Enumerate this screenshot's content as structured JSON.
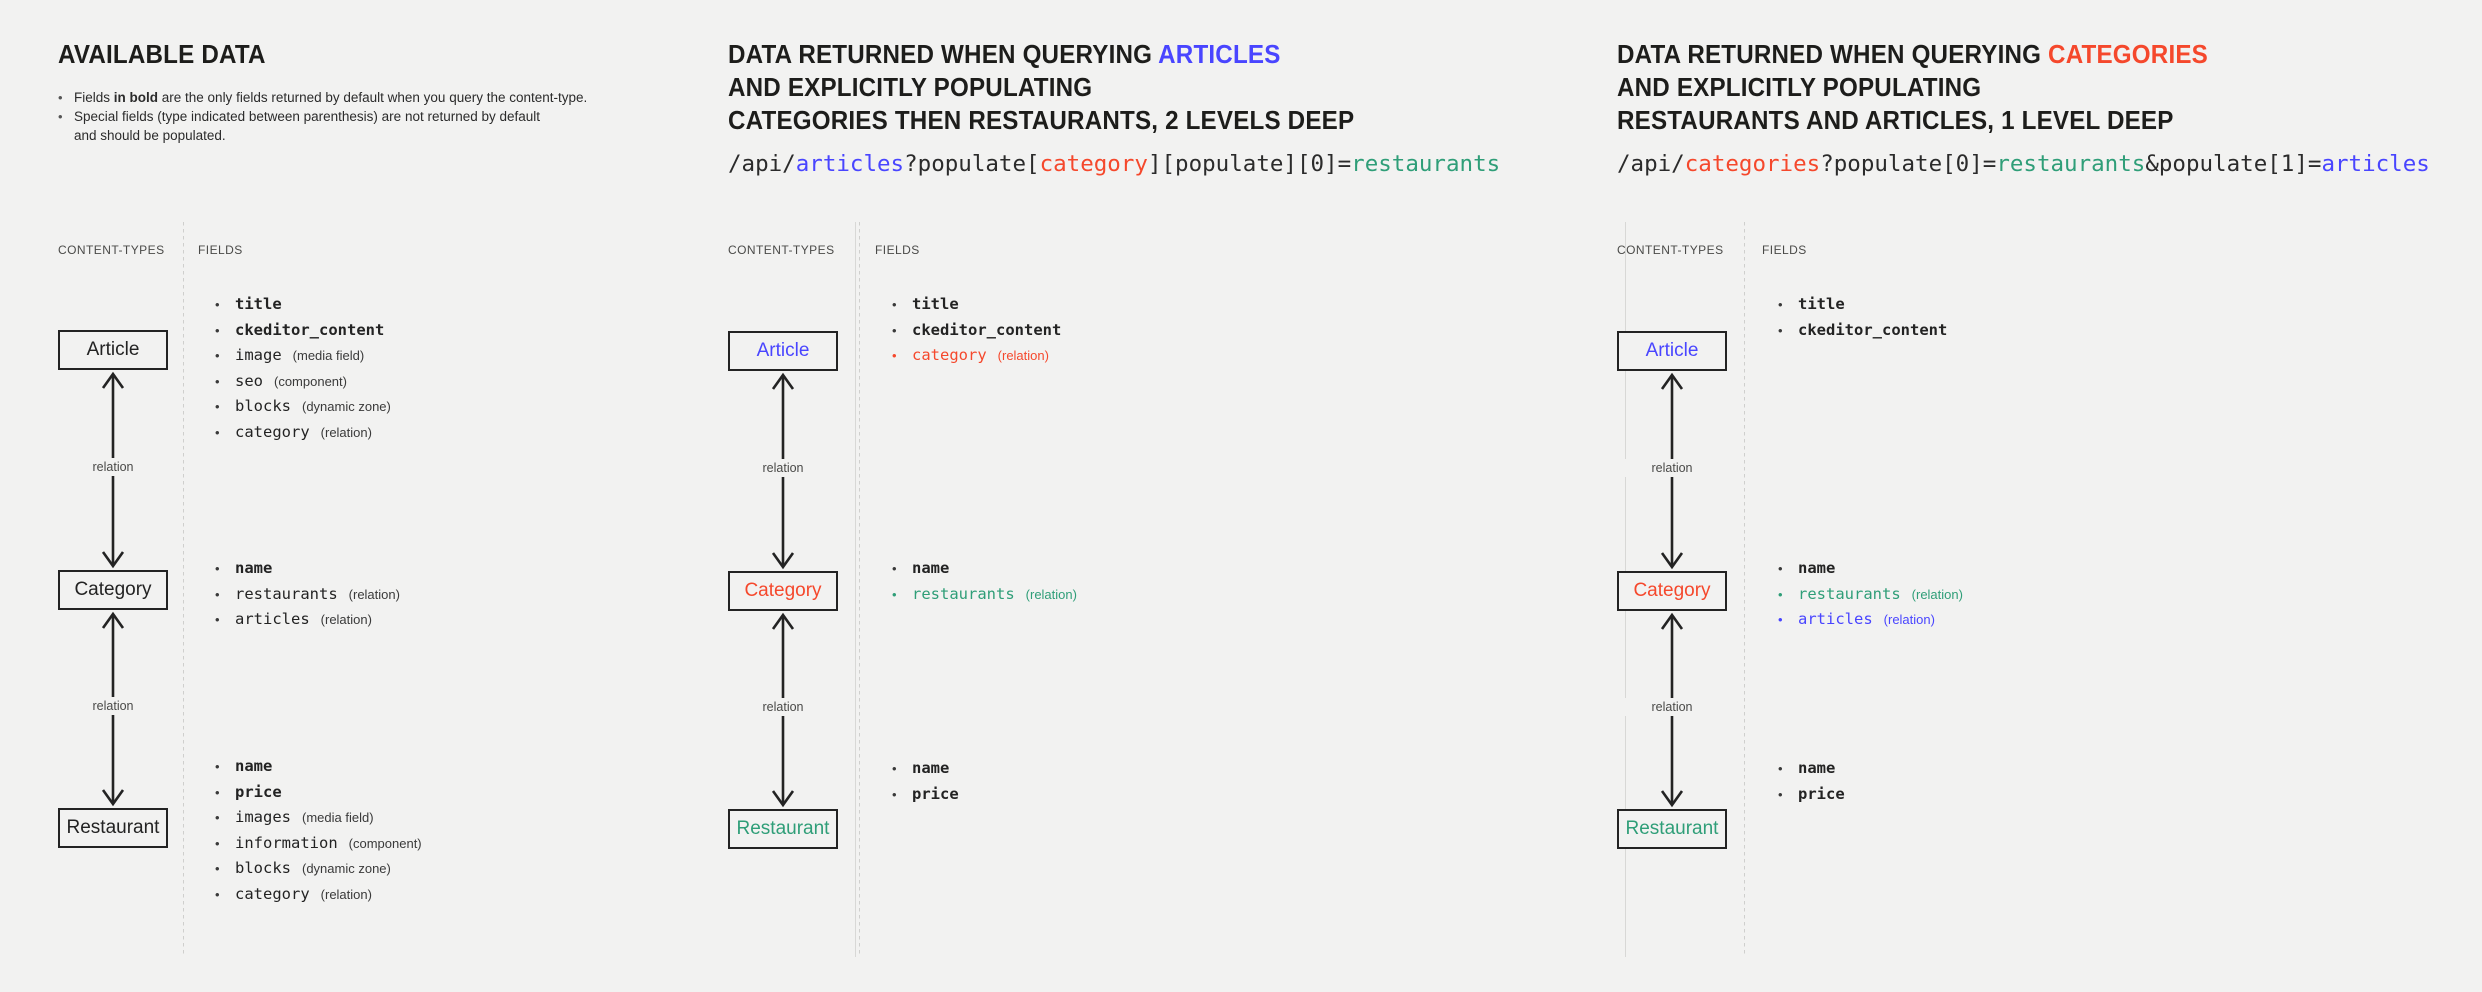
{
  "panels": [
    {
      "id": "available-data",
      "title_parts": [
        {
          "text": "AVAILABLE DATA",
          "color": "default"
        }
      ],
      "intro": [
        {
          "pre": "Fields ",
          "bold": "in bold",
          "post": " are the only fields returned by default when you query the content-type.",
          "second": ""
        },
        {
          "pre": "Special fields (type indicated between parenthesis) are not returned by default",
          "bold": "",
          "post": "",
          "second": "and should be populated."
        }
      ],
      "code": [],
      "col_labels": {
        "content_types": "CONTENT-TYPES",
        "fields": "FIELDS"
      },
      "entities": [
        {
          "name": "Article",
          "color": "default"
        },
        {
          "name": "Category",
          "color": "default"
        },
        {
          "name": "Restaurant",
          "color": "default"
        }
      ],
      "relations": [
        {
          "label": "relation"
        },
        {
          "label": "relation"
        }
      ],
      "field_groups": [
        [
          {
            "name": "title",
            "type": "",
            "bold": true,
            "color": "default"
          },
          {
            "name": "ckeditor_content",
            "type": "",
            "bold": true,
            "color": "default"
          },
          {
            "name": "image",
            "type": "(media field)",
            "bold": false,
            "color": "default"
          },
          {
            "name": "seo",
            "type": "(component)",
            "bold": false,
            "color": "default"
          },
          {
            "name": "blocks",
            "type": "(dynamic zone)",
            "bold": false,
            "color": "default"
          },
          {
            "name": "category",
            "type": "(relation)",
            "bold": false,
            "color": "default"
          }
        ],
        [
          {
            "name": "name",
            "type": "",
            "bold": true,
            "color": "default"
          },
          {
            "name": "restaurants",
            "type": "(relation)",
            "bold": false,
            "color": "default"
          },
          {
            "name": "articles",
            "type": "(relation)",
            "bold": false,
            "color": "default"
          }
        ],
        [
          {
            "name": "name",
            "type": "",
            "bold": true,
            "color": "default"
          },
          {
            "name": "price",
            "type": "",
            "bold": true,
            "color": "default"
          },
          {
            "name": "images",
            "type": "(media field)",
            "bold": false,
            "color": "default"
          },
          {
            "name": "information",
            "type": "(component)",
            "bold": false,
            "color": "default"
          },
          {
            "name": "blocks",
            "type": "(dynamic zone)",
            "bold": false,
            "color": "default"
          },
          {
            "name": "category",
            "type": "(relation)",
            "bold": false,
            "color": "default"
          }
        ]
      ]
    },
    {
      "id": "query-articles",
      "title_parts": [
        {
          "text": "DATA RETURNED WHEN QUERYING ",
          "color": "default"
        },
        {
          "text": "ARTICLES",
          "color": "blue"
        },
        {
          "text": "\nAND EXPLICITLY POPULATING\nCATEGORIES THEN RESTAURANTS, 2 LEVELS DEEP",
          "color": "default"
        }
      ],
      "code": [
        {
          "text": "/api/",
          "color": "default"
        },
        {
          "text": "articles",
          "color": "blue"
        },
        {
          "text": "?populate[",
          "color": "default"
        },
        {
          "text": "category",
          "color": "red"
        },
        {
          "text": "][populate][0]=",
          "color": "default"
        },
        {
          "text": "restaurants",
          "color": "green"
        }
      ],
      "col_labels": {
        "content_types": "CONTENT-TYPES",
        "fields": "FIELDS"
      },
      "entities": [
        {
          "name": "Article",
          "color": "blue"
        },
        {
          "name": "Category",
          "color": "red"
        },
        {
          "name": "Restaurant",
          "color": "green"
        }
      ],
      "relations": [
        {
          "label": "relation"
        },
        {
          "label": "relation"
        }
      ],
      "field_groups": [
        [
          {
            "name": "title",
            "type": "",
            "bold": true,
            "color": "default"
          },
          {
            "name": "ckeditor_content",
            "type": "",
            "bold": true,
            "color": "default"
          },
          {
            "name": "category",
            "type": "(relation)",
            "bold": false,
            "color": "red"
          }
        ],
        [
          {
            "name": "name",
            "type": "",
            "bold": true,
            "color": "default"
          },
          {
            "name": "restaurants",
            "type": "(relation)",
            "bold": false,
            "color": "green"
          }
        ],
        [
          {
            "name": "name",
            "type": "",
            "bold": true,
            "color": "default"
          },
          {
            "name": "price",
            "type": "",
            "bold": true,
            "color": "default"
          }
        ]
      ]
    },
    {
      "id": "query-categories",
      "title_parts": [
        {
          "text": "DATA RETURNED WHEN QUERYING ",
          "color": "default"
        },
        {
          "text": "CATEGORIES",
          "color": "red"
        },
        {
          "text": "\nAND EXPLICITLY POPULATING\nRESTAURANTS AND ARTICLES, 1 LEVEL DEEP",
          "color": "default"
        }
      ],
      "code": [
        {
          "text": "/api/",
          "color": "default"
        },
        {
          "text": "categories",
          "color": "red"
        },
        {
          "text": "?populate[0]=",
          "color": "default"
        },
        {
          "text": "restaurants",
          "color": "green"
        },
        {
          "text": "&populate[1]=",
          "color": "default"
        },
        {
          "text": "articles",
          "color": "blue"
        }
      ],
      "col_labels": {
        "content_types": "CONTENT-TYPES",
        "fields": "FIELDS"
      },
      "entities": [
        {
          "name": "Article",
          "color": "blue"
        },
        {
          "name": "Category",
          "color": "red"
        },
        {
          "name": "Restaurant",
          "color": "green"
        }
      ],
      "relations": [
        {
          "label": "relation"
        },
        {
          "label": "relation"
        }
      ],
      "field_groups": [
        [
          {
            "name": "title",
            "type": "",
            "bold": true,
            "color": "default"
          },
          {
            "name": "ckeditor_content",
            "type": "",
            "bold": true,
            "color": "default"
          }
        ],
        [
          {
            "name": "name",
            "type": "",
            "bold": true,
            "color": "default"
          },
          {
            "name": "restaurants",
            "type": "(relation)",
            "bold": false,
            "color": "green"
          },
          {
            "name": "articles",
            "type": "(relation)",
            "bold": false,
            "color": "blue"
          }
        ],
        [
          {
            "name": "name",
            "type": "",
            "bold": true,
            "color": "default"
          },
          {
            "name": "price",
            "type": "",
            "bold": true,
            "color": "default"
          }
        ]
      ]
    }
  ],
  "colors": {
    "background": "#f2f2f1",
    "text": "#231f20",
    "blue": "#4945ff",
    "red": "#f5482c",
    "green": "#2f9e78",
    "box_border": "#232323",
    "muted": "#4a4a48"
  }
}
